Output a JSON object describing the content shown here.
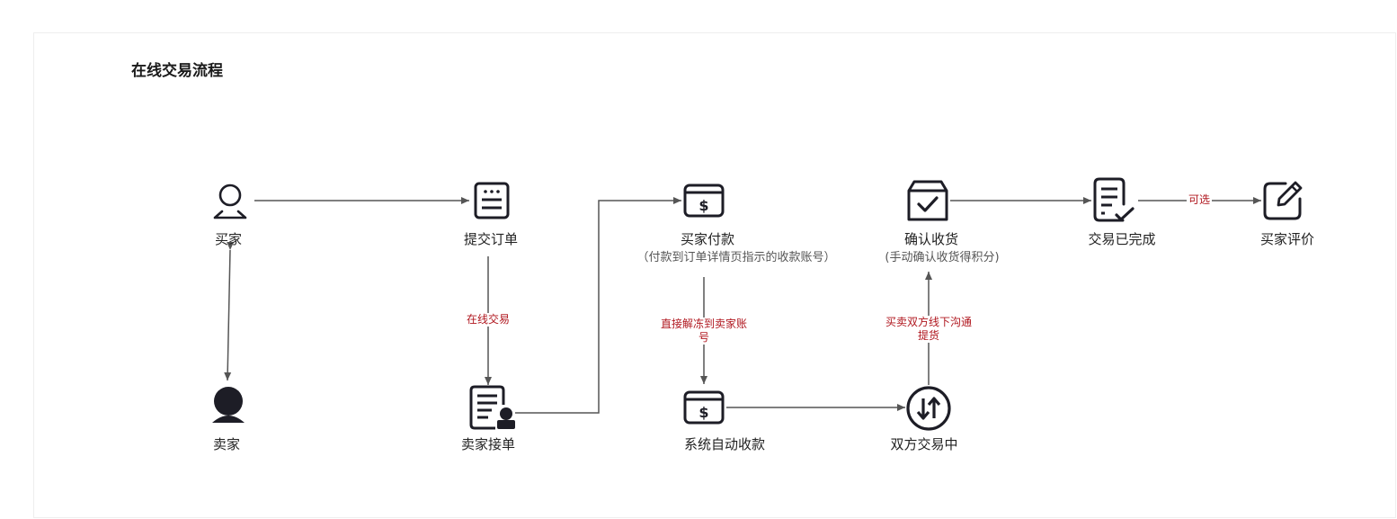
{
  "title": "在线交易流程",
  "nodes": {
    "buyer": {
      "label": "买家",
      "icon": "user-outline-icon"
    },
    "submit_order": {
      "label": "提交订单",
      "icon": "document-icon"
    },
    "buyer_pay": {
      "label": "买家付款",
      "sub": "（付款到订单详情页指示的收款账号）",
      "icon": "payment-card-icon"
    },
    "confirm_receipt": {
      "label": "确认收货",
      "sub": "(手动确认收货得积分)",
      "icon": "box-check-icon"
    },
    "trade_done": {
      "label": "交易已完成",
      "icon": "checklist-icon"
    },
    "buyer_review": {
      "label": "买家评价",
      "icon": "edit-icon"
    },
    "seller": {
      "label": "卖家",
      "icon": "user-solid-icon"
    },
    "seller_accept": {
      "label": "卖家接单",
      "icon": "certificate-icon"
    },
    "auto_collect": {
      "label": "系统自动收款",
      "icon": "payment-card-icon"
    },
    "both_trading": {
      "label": "双方交易中",
      "icon": "exchange-icon"
    }
  },
  "edges": {
    "online_trade": "在线交易",
    "unfreeze": "直接解冻到卖家账号",
    "offline_pickup": "买卖双方线下沟通提货",
    "optional": "可选"
  },
  "colors": {
    "line": "#555555",
    "icon": "#1d1d26",
    "edge_label": "#b0171f"
  }
}
